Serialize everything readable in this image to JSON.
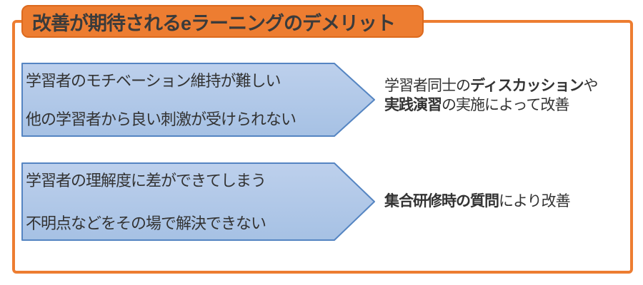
{
  "title": "改善が期待されるeラーニングのデメリット",
  "colors": {
    "accent_orange": "#ED7D31",
    "accent_orange_dark": "#DC6A1E",
    "title_text": "#3B3B3B",
    "body_text": "#333333",
    "arrow_fill_top": "#BDD0EC",
    "arrow_fill_bottom": "#A6C1E4",
    "arrow_border": "#5585C2"
  },
  "demerits": [
    {
      "line1": "学習者のモチベーション維持が難しい",
      "line2": "他の学習者から良い刺激が受けられない"
    },
    {
      "line1": "学習者の理解度に差ができてしまう",
      "line2": "不明点などをその場で解決できない"
    }
  ],
  "remedies": [
    {
      "line1": [
        {
          "t": "学習者同士の",
          "b": false
        },
        {
          "t": "ディスカッション",
          "b": true
        },
        {
          "t": "や",
          "b": false
        }
      ],
      "line2": [
        {
          "t": "実践演習",
          "b": true
        },
        {
          "t": "の実施によって改善",
          "b": false
        }
      ]
    },
    {
      "line1": [
        {
          "t": "集合研修時の質問",
          "b": true
        },
        {
          "t": "により改善",
          "b": false
        }
      ]
    }
  ]
}
